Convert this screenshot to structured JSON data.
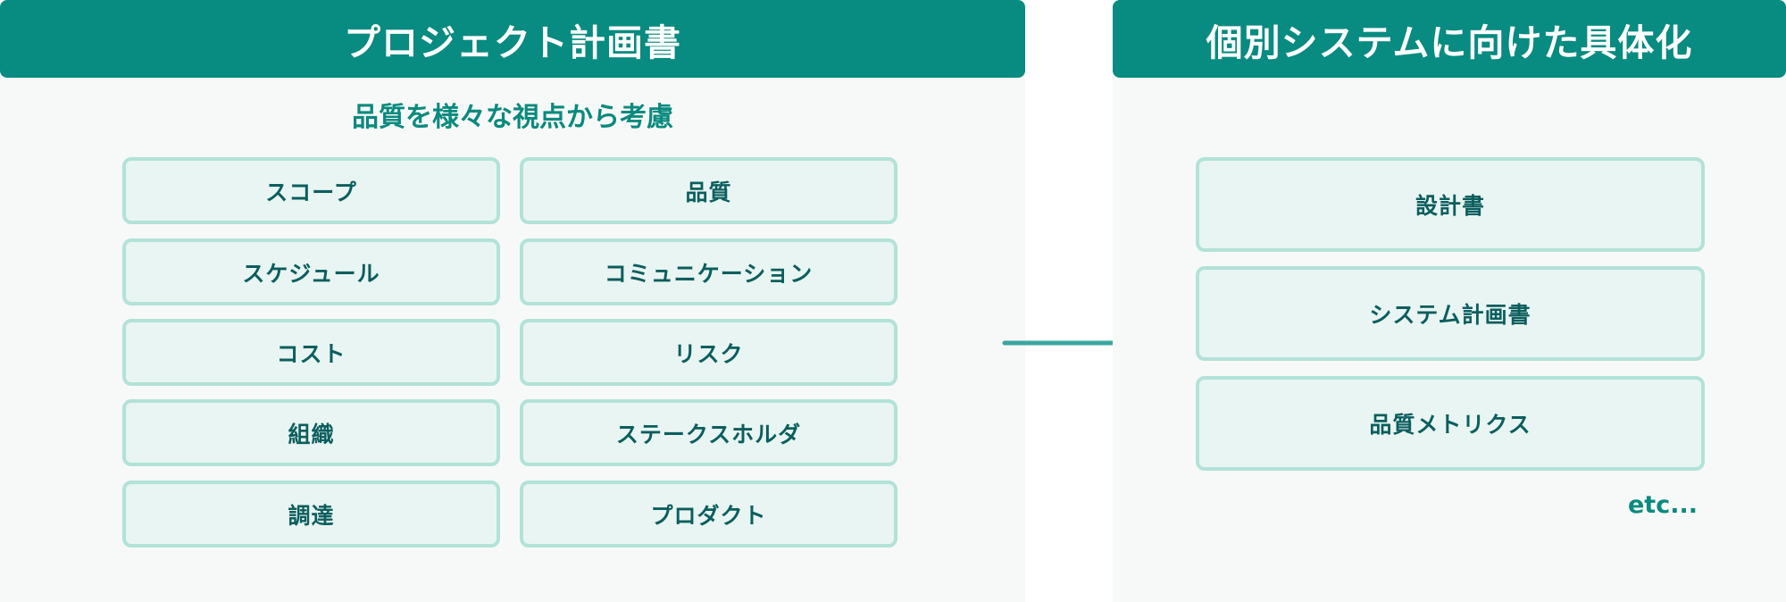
{
  "left_panel": {
    "title": "プロジェクト計画書",
    "subtitle": "品質を様々な視点から考慮",
    "items": [
      "スコープ",
      "品質",
      "スケジュール",
      "コミュニケーション",
      "コスト",
      "リスク",
      "組織",
      "ステークスホルダ",
      "調達",
      "プロダクト"
    ]
  },
  "arrow": {
    "icon": "arrow-right-icon",
    "color": "#3aa6a0"
  },
  "right_panel": {
    "title": "個別システムに向けた具体化",
    "items": [
      "設計書",
      "システム計画書",
      "品質メトリクス"
    ],
    "etc": "etc..."
  },
  "colors": {
    "header_bg": "#088b80",
    "panel_bg": "#f7f9f8",
    "card_bg": "#e9f5f2",
    "card_border": "#b2e2d8",
    "card_text": "#0b5e5e",
    "accent_text": "#0a8a7e"
  }
}
